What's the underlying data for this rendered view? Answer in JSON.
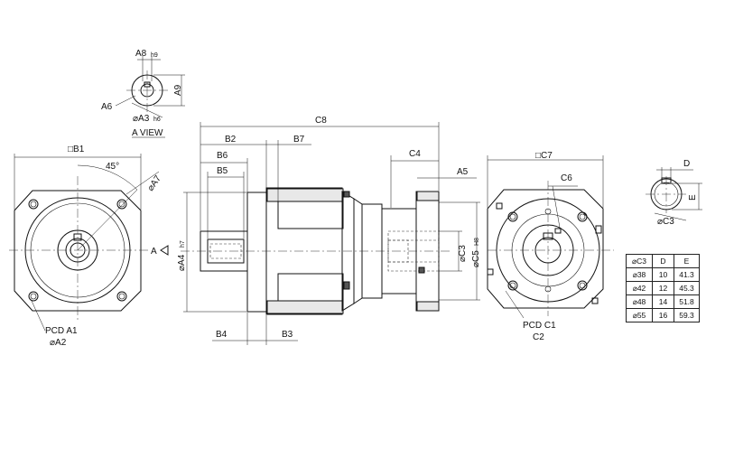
{
  "labels": {
    "a8": "A8",
    "a8_tol": "h9",
    "a9": "A9",
    "a6": "A6",
    "a3": "⌀A3",
    "a3_tol": "h6",
    "a_view": "A VIEW",
    "b1": "□B1",
    "angle": "45°",
    "a7": "⌀A7",
    "pcd_a1": "PCD A1",
    "a2": "⌀A2",
    "c8": "C8",
    "b2": "B2",
    "b7": "B7",
    "b6": "B6",
    "b5": "B5",
    "a_arrow": "A",
    "a4": "⌀A4",
    "a4_tol": "h7",
    "b4": "B4",
    "b3": "B3",
    "c4": "C4",
    "a5": "A5",
    "c3": "⌀C3",
    "c5": "⌀C5",
    "c5_tol": "H8",
    "c7": "□C7",
    "c6": "C6",
    "pcd_c1": "PCD C1",
    "c2": "C2",
    "d": "D",
    "e": "E",
    "c3_detail": "⌀C3"
  },
  "spec_table": {
    "headers": [
      "⌀C3",
      "D",
      "E"
    ],
    "rows": [
      {
        "c3": "⌀38",
        "d": "10",
        "e": "41.3"
      },
      {
        "c3": "⌀42",
        "d": "12",
        "e": "45.3"
      },
      {
        "c3": "⌀48",
        "d": "14",
        "e": "51.8"
      },
      {
        "c3": "⌀55",
        "d": "16",
        "e": "59.3"
      }
    ]
  }
}
